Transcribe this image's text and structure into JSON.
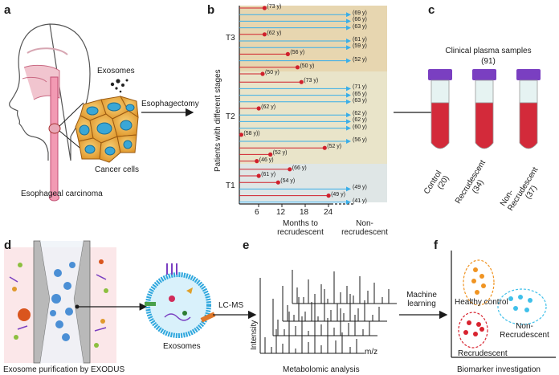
{
  "panels": {
    "a": "a",
    "b": "b",
    "c": "c",
    "d": "d",
    "e": "e",
    "f": "f"
  },
  "panel_a": {
    "exosomes_label": "Exosomes",
    "cancer_label": "Cancer cells",
    "caption": "Esophageal carcinoma",
    "arrow_label": "Esophagectomy"
  },
  "panel_b": {
    "y_axis_label": "Patients with different stages",
    "stages": [
      "T3",
      "T2",
      "T1"
    ],
    "x_ticks": [
      "6",
      "12",
      "18",
      "24"
    ],
    "x_label_left": "Months to recrudescent",
    "x_label_right": "Non-recrudescent",
    "colors": {
      "T3": "#e7d6b0",
      "T2": "#e9e4c9",
      "T1": "#dfe6e6",
      "recurrent": "#d0202c",
      "censored": "#3aaee8"
    }
  },
  "panel_c": {
    "title": "Clinical plasma samples",
    "total": "(91)",
    "groups": [
      {
        "name": "Control",
        "count": "(20)"
      },
      {
        "name": "Recrudescent",
        "count": "(34)"
      },
      {
        "name": "Non-Recrudescent",
        "count": "(37)"
      }
    ],
    "colors": {
      "cap": "#7a3fc1",
      "plasma": "#d32a3a",
      "liquid": "#e6f3f2"
    }
  },
  "panel_d": {
    "caption": "Exosome purification by EXODUS",
    "exosomes_label": "Exosomes"
  },
  "panel_e": {
    "arrow_label": "LC-MS",
    "y_axis": "Intensity",
    "x_axis": "m/z",
    "caption": "Metabolomic analysis"
  },
  "panel_f": {
    "arrow_label": "Machine learning",
    "healthy": "Healthy control",
    "nonrec": "Non-Recrudescent",
    "rec": "Recrudescent",
    "caption": "Biomarker investigation",
    "colors": {
      "healthy": "#f09422",
      "nonrec": "#3fc0ea",
      "rec": "#d8232f"
    }
  },
  "patients": [
    {
      "stage": "T3",
      "type": "recurrent",
      "months": 6.5,
      "age": "(73 y)"
    },
    {
      "stage": "T3",
      "type": "censored",
      "age": "(69 y)"
    },
    {
      "stage": "T3",
      "type": "censored",
      "age": "(66 y)"
    },
    {
      "stage": "T3",
      "type": "censored",
      "age": "(63 y)"
    },
    {
      "stage": "T3",
      "type": "recurrent",
      "months": 6.5,
      "age": "(62 y)"
    },
    {
      "stage": "T3",
      "type": "censored",
      "age": "(61 y)"
    },
    {
      "stage": "T3",
      "type": "censored",
      "age": "(59 y)"
    },
    {
      "stage": "T3",
      "type": "recurrent",
      "months": 12.5,
      "age": "(56 y)"
    },
    {
      "stage": "T3",
      "type": "censored",
      "age": "(52 y)"
    },
    {
      "stage": "T3",
      "type": "recurrent",
      "months": 15,
      "age": "(50 y)"
    },
    {
      "stage": "T3",
      "type": "recurrent",
      "months": 6,
      "age": "(50 y)"
    },
    {
      "stage": "T2",
      "type": "recurrent",
      "months": 16,
      "age": "(73 y)"
    },
    {
      "stage": "T2",
      "type": "censored",
      "age": "(71 y)"
    },
    {
      "stage": "T2",
      "type": "censored",
      "age": "(65 y)"
    },
    {
      "stage": "T2",
      "type": "censored",
      "age": "(63 y)"
    },
    {
      "stage": "T2",
      "type": "recurrent",
      "months": 5,
      "age": "(62 y)"
    },
    {
      "stage": "T2",
      "type": "censored",
      "age": "(62 y)"
    },
    {
      "stage": "T2",
      "type": "censored",
      "age": "(62 y)"
    },
    {
      "stage": "T2",
      "type": "censored",
      "age": "(60 y)"
    },
    {
      "stage": "T2",
      "type": "recurrent",
      "months": 0.5,
      "age": "(58 y))"
    },
    {
      "stage": "T2",
      "type": "censored",
      "age": "(56 y)"
    },
    {
      "stage": "T2",
      "type": "recurrent",
      "months": 22,
      "age": "(52 y)"
    },
    {
      "stage": "T2",
      "type": "recurrent",
      "months": 8,
      "age": "(52 y)"
    },
    {
      "stage": "T2",
      "type": "recurrent",
      "months": 4.5,
      "age": "(46 y)"
    },
    {
      "stage": "T1",
      "type": "recurrent",
      "months": 13,
      "age": "(66 y)"
    },
    {
      "stage": "T1",
      "type": "recurrent",
      "months": 5,
      "age": "(61 y)"
    },
    {
      "stage": "T1",
      "type": "recurrent",
      "months": 10,
      "age": "(54 y)"
    },
    {
      "stage": "T1",
      "type": "censored",
      "age": "(49 y)"
    },
    {
      "stage": "T1",
      "type": "recurrent",
      "months": 23,
      "age": "(49 y)"
    },
    {
      "stage": "T1",
      "type": "censored",
      "age": "(41 y)"
    }
  ]
}
